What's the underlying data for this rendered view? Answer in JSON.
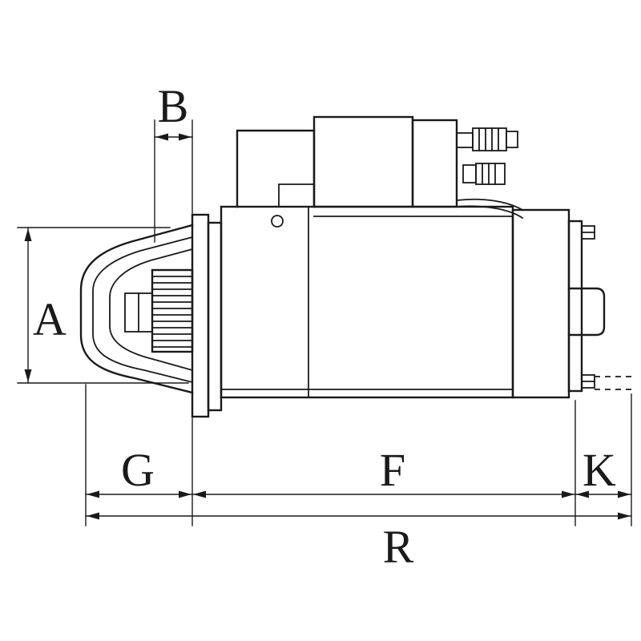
{
  "colors": {
    "line": "#1a1a1a",
    "background": "#ffffff"
  },
  "diagram": {
    "description": "Starter motor side view technical line drawing with dimension callouts",
    "labels": {
      "a": "A",
      "b": "B",
      "g": "G",
      "f": "F",
      "k": "K",
      "r": "R"
    }
  }
}
